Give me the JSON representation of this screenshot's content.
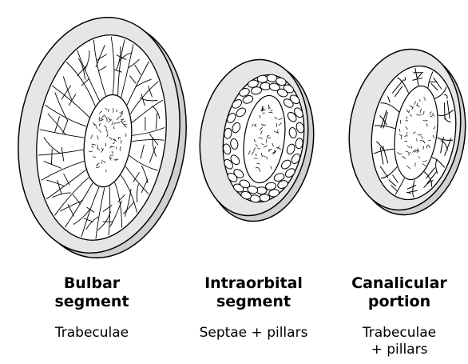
{
  "segments": [
    {
      "title_line1": "Bulbar",
      "title_line2": "segment",
      "description_line1": "Trabeculae",
      "description_line2": "",
      "structure": "trabeculae"
    },
    {
      "title_line1": "Intraorbital",
      "title_line2": "segment",
      "description_line1": "Septae + pillars",
      "description_line2": "",
      "structure": "septae-pillars"
    },
    {
      "title_line1": "Canalicular",
      "title_line2": "portion",
      "description_line1": "Trabeculae",
      "description_line2": "+ pillars",
      "structure": "trabeculae-pillars"
    }
  ],
  "colors": {
    "ring": "#e6e6e6",
    "ring_edge": "#d0d0d0",
    "stroke": "#000000",
    "background": "#ffffff"
  }
}
